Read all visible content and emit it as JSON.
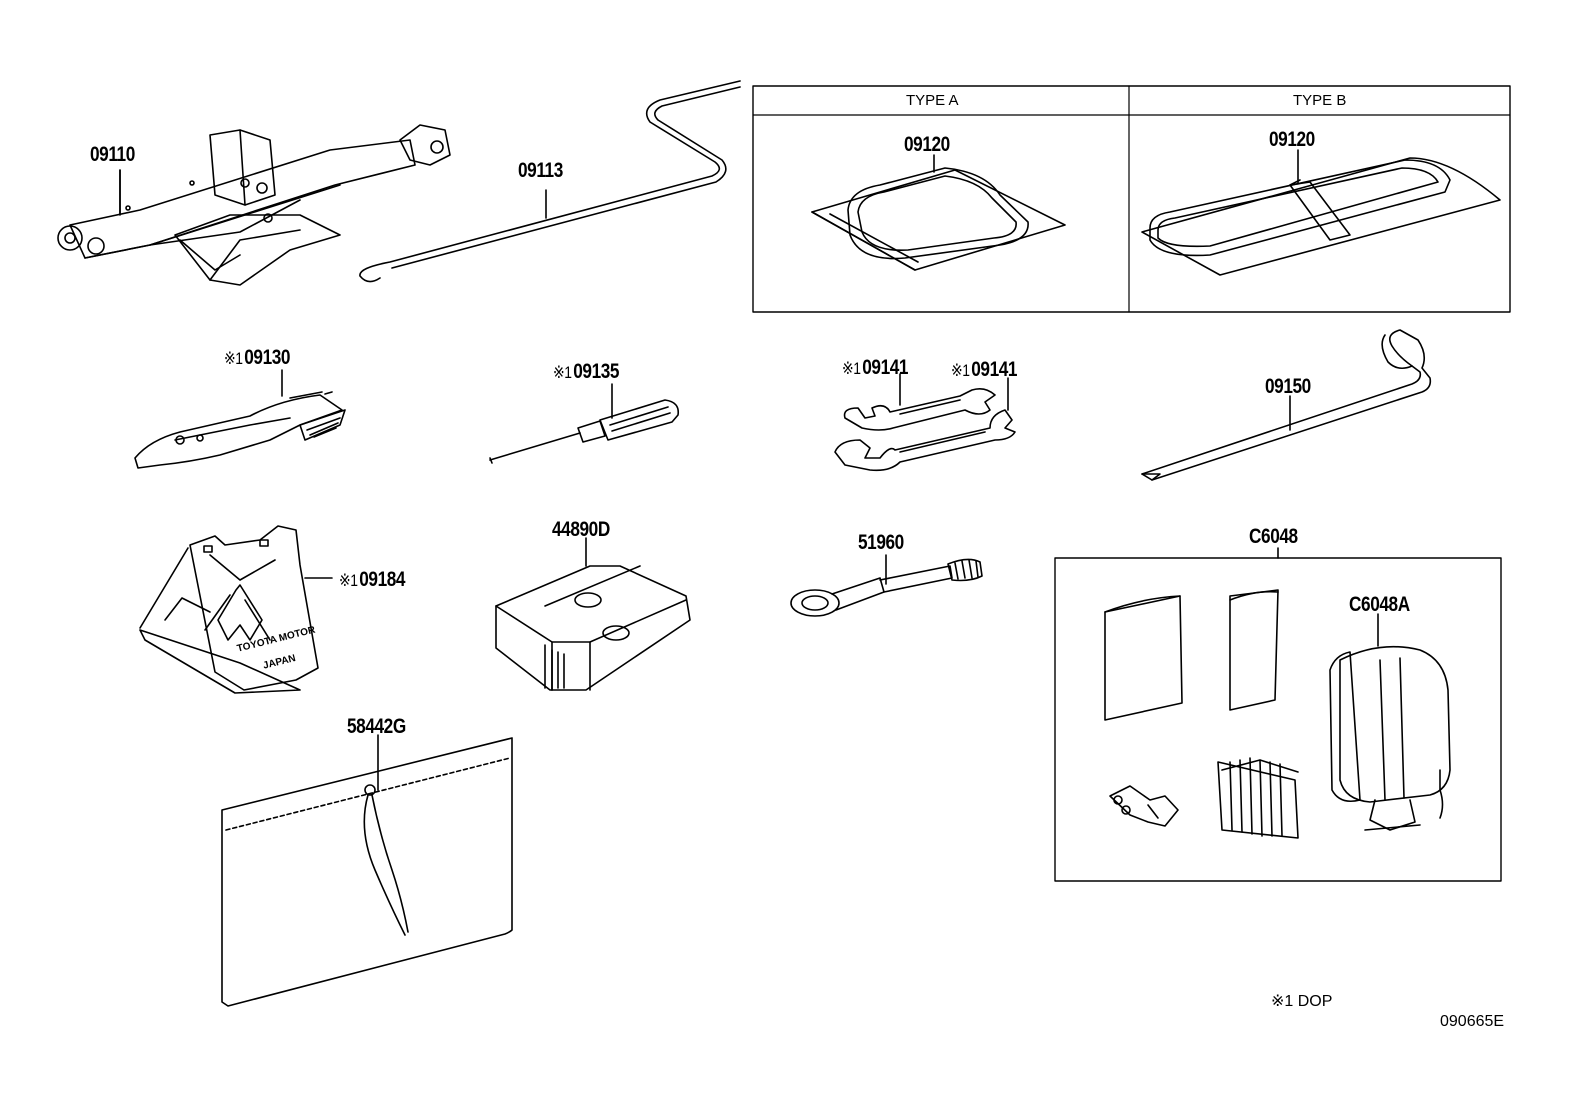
{
  "labels": {
    "jack": "09110",
    "jack_handle": "09113",
    "tool_bag_a": "09120",
    "tool_bag_b": "09120",
    "pliers": "09130",
    "screwdriver": "09135",
    "wrench_1": "09141",
    "wrench_2": "09141",
    "lug_wrench": "09150",
    "warning_triangle": "09184",
    "box": "44890D",
    "towing_eye": "51960",
    "pouch": "58442G",
    "kit": "C6048",
    "compressor": "C6048A"
  },
  "marker": "※1",
  "table_headers": {
    "type_a": "TYPE A",
    "type_b": "TYPE B"
  },
  "plate_text": {
    "line1": "TOYOTA MOTOR",
    "line2": "JAPAN"
  },
  "legend": "※1 DOP",
  "diagram_id": "090665E"
}
